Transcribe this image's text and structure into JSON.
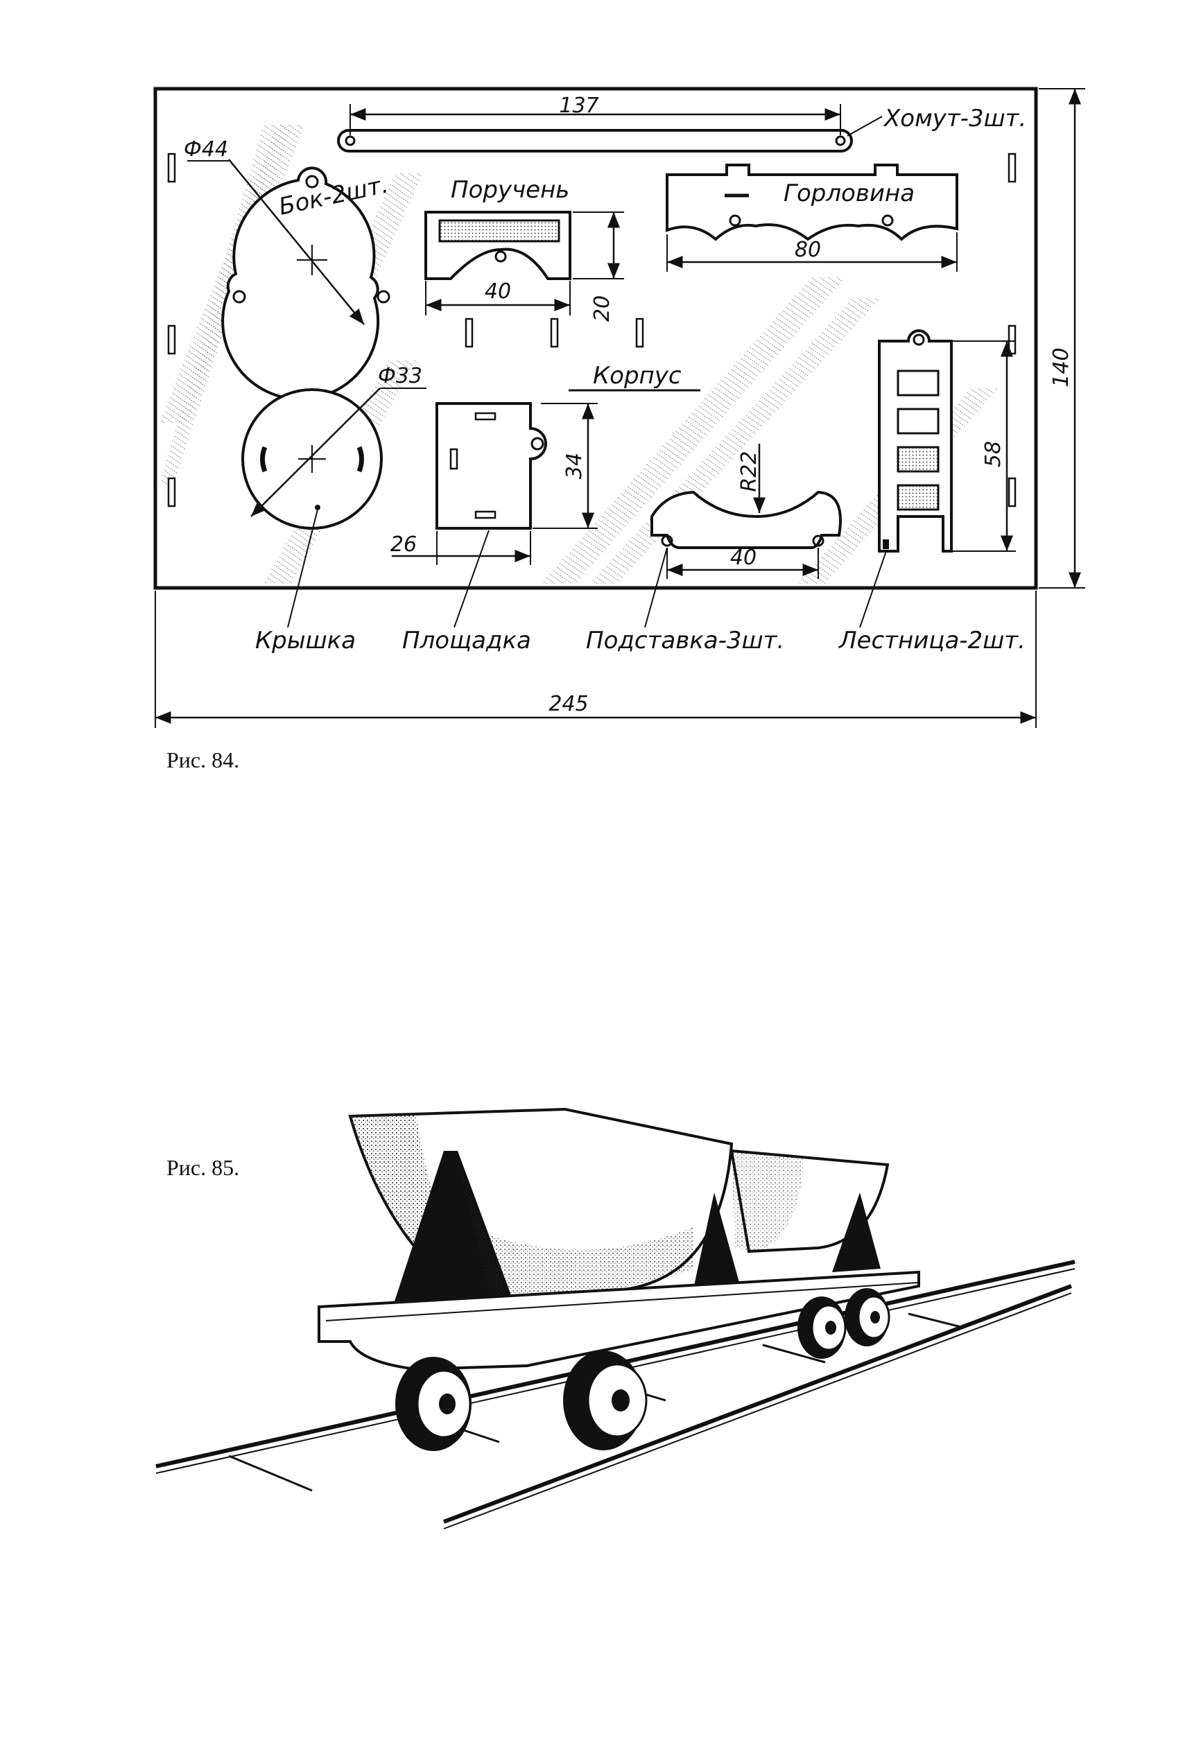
{
  "figure84": {
    "caption": "Рис. 84.",
    "labels": {
      "xomut": "Хомут-3шт.",
      "bok": "Бок-2шт.",
      "poruchen": "Поручень",
      "gorlovina": "Горловина",
      "korpus": "Корпус",
      "kryshka": "Крышка",
      "ploshchadka": "Площадка",
      "podstavka": "Подставка-3шт.",
      "lestnitsa": "Лестница-2шт."
    },
    "dimensions": {
      "width_total": "245",
      "height_total": "140",
      "xomut_len": "137",
      "bok_diam": "Ф44",
      "kryshka_diam": "Ф33",
      "poruchen_w": "40",
      "poruchen_h": "20",
      "gorlovina_w": "80",
      "korpus_h": "34",
      "korpus_w": "26",
      "podstavka_r": "R22",
      "podstavka_w": "40",
      "lestnitsa_h": "58"
    }
  },
  "figure85": {
    "caption": "Рис. 85."
  }
}
